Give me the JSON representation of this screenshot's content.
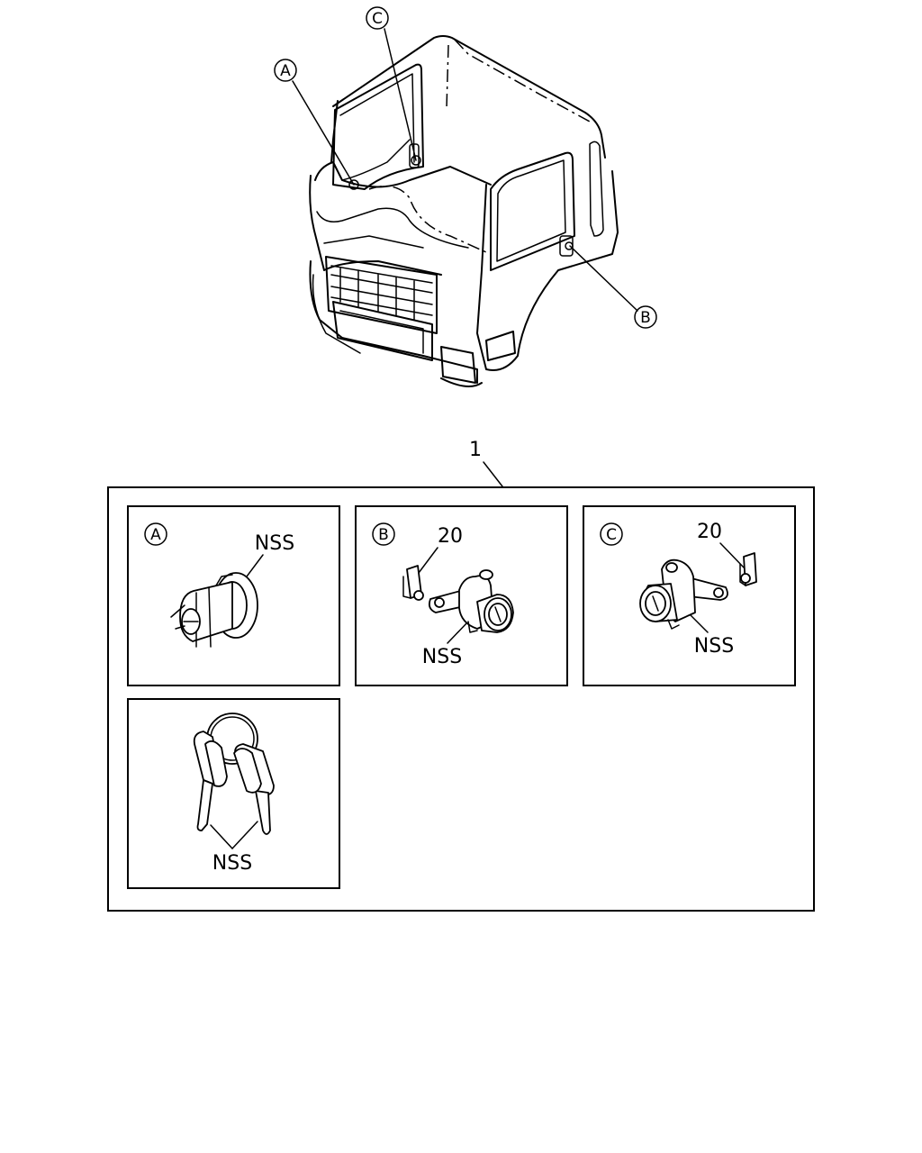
{
  "callouts": {
    "a": "A",
    "b": "B",
    "c": "C"
  },
  "assembly_ref": "1",
  "panels": {
    "a": {
      "circle_label": "A",
      "part_label": "NSS"
    },
    "b": {
      "circle_label": "B",
      "ref_number": "20",
      "part_label": "NSS"
    },
    "c": {
      "circle_label": "C",
      "ref_number": "20",
      "part_label": "NSS"
    },
    "keys": {
      "part_label": "NSS"
    }
  }
}
